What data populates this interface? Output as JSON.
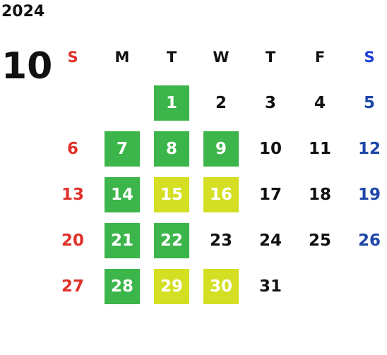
{
  "calendar": {
    "year": "2024",
    "month": "10",
    "weekdays": [
      "S",
      "M",
      "T",
      "W",
      "T",
      "F",
      "S"
    ],
    "first_weekday_index": 2,
    "days": [
      {
        "day": "1",
        "mark": "green"
      },
      {
        "day": "2",
        "mark": ""
      },
      {
        "day": "3",
        "mark": ""
      },
      {
        "day": "4",
        "mark": ""
      },
      {
        "day": "5",
        "mark": ""
      },
      {
        "day": "6",
        "mark": ""
      },
      {
        "day": "7",
        "mark": "green"
      },
      {
        "day": "8",
        "mark": "green"
      },
      {
        "day": "9",
        "mark": "green"
      },
      {
        "day": "10",
        "mark": ""
      },
      {
        "day": "11",
        "mark": ""
      },
      {
        "day": "12",
        "mark": ""
      },
      {
        "day": "13",
        "mark": ""
      },
      {
        "day": "14",
        "mark": "green"
      },
      {
        "day": "15",
        "mark": "yellow"
      },
      {
        "day": "16",
        "mark": "yellow"
      },
      {
        "day": "17",
        "mark": ""
      },
      {
        "day": "18",
        "mark": ""
      },
      {
        "day": "19",
        "mark": ""
      },
      {
        "day": "20",
        "mark": ""
      },
      {
        "day": "21",
        "mark": "green"
      },
      {
        "day": "22",
        "mark": "green"
      },
      {
        "day": "23",
        "mark": ""
      },
      {
        "day": "24",
        "mark": ""
      },
      {
        "day": "25",
        "mark": ""
      },
      {
        "day": "26",
        "mark": ""
      },
      {
        "day": "27",
        "mark": ""
      },
      {
        "day": "28",
        "mark": "green"
      },
      {
        "day": "29",
        "mark": "yellow"
      },
      {
        "day": "30",
        "mark": "yellow"
      },
      {
        "day": "31",
        "mark": ""
      }
    ]
  },
  "colors": {
    "green": "#3cb54a",
    "yellow": "#d4df23",
    "sunday": "#e0302a",
    "saturday_header": "#1f3fd8",
    "saturday": "#1e46a8"
  }
}
